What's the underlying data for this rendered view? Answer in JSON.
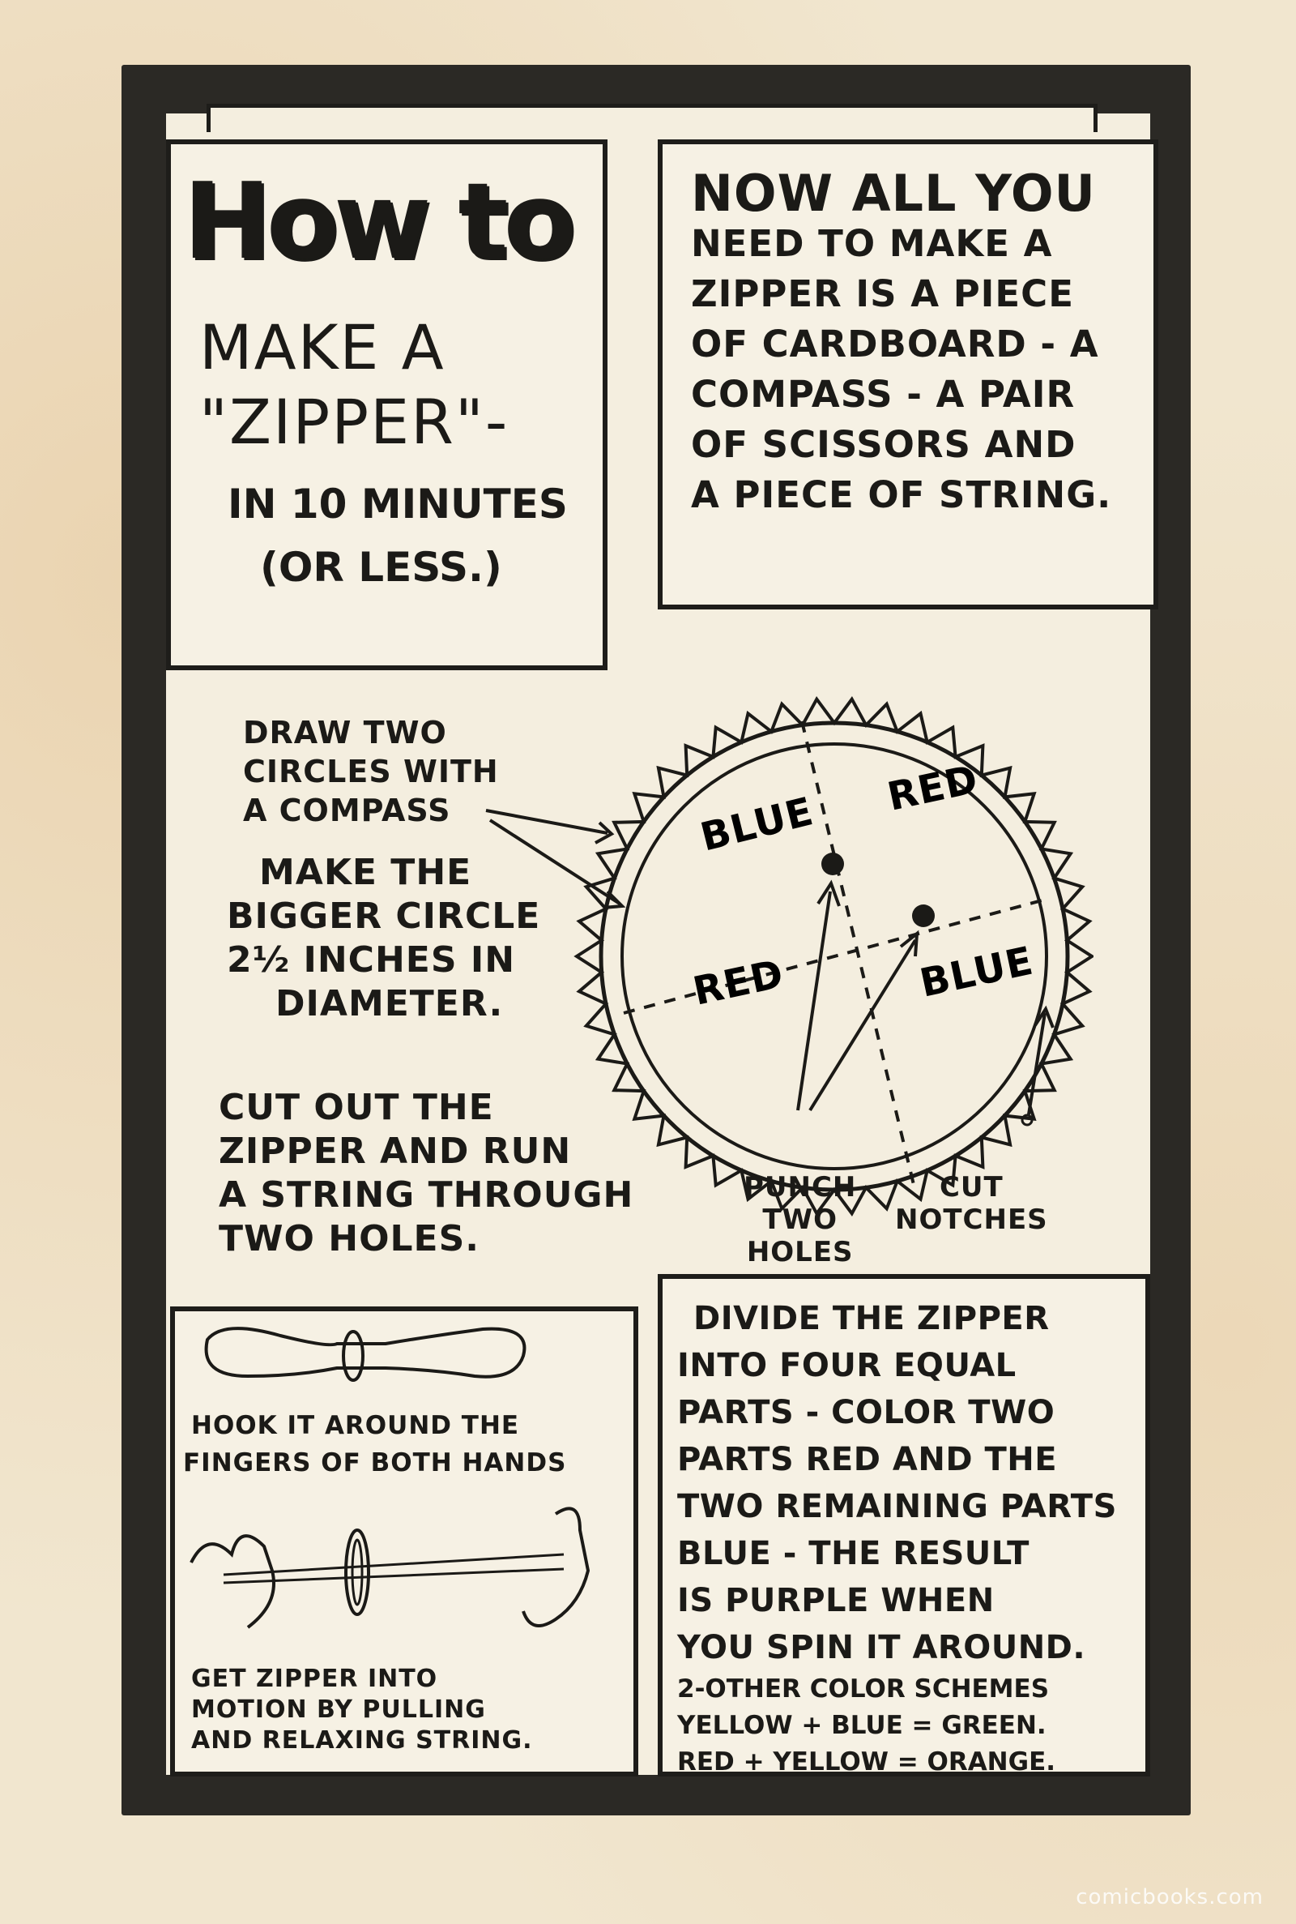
{
  "title_panel": {
    "how_to": "How to",
    "make_lines": [
      "MAKE A",
      "\"ZIPPER\"-"
    ],
    "time_lines": [
      "IN 10 MINUTES",
      "(OR LESS.)"
    ]
  },
  "materials_panel": {
    "lines": [
      "NOW ALL YOU",
      "NEED TO MAKE A",
      "ZIPPER IS A PIECE",
      "OF CARDBOARD - A",
      "COMPASS - A PAIR",
      "OF SCISSORS AND",
      "A PIECE OF STRING."
    ]
  },
  "diagram": {
    "draw_circles": [
      "DRAW TWO",
      "CIRCLES WITH",
      "A COMPASS"
    ],
    "bigger_circle": [
      "MAKE THE",
      "BIGGER CIRCLE",
      "2½ INCHES IN",
      "DIAMETER."
    ],
    "cut_out": [
      "CUT OUT THE",
      "ZIPPER AND RUN",
      "A STRING THROUGH",
      "TWO HOLES."
    ],
    "quadrants": {
      "top_left": "BLUE",
      "top_right": "RED",
      "bottom_left": "RED",
      "bottom_right": "BLUE"
    },
    "punch_label": [
      "PUNCH",
      "TWO",
      "HOLES"
    ],
    "notch_label": [
      "CUT",
      "NOTCHES"
    ]
  },
  "hook_panel": {
    "hook_text": [
      "HOOK IT AROUND THE",
      "FINGERS OF BOTH HANDS"
    ],
    "motion_text": [
      "GET ZIPPER INTO",
      "MOTION BY PULLING",
      "AND RELAXING STRING."
    ]
  },
  "divide_panel": {
    "lines": [
      "DIVIDE THE ZIPPER",
      "INTO FOUR EQUAL",
      "PARTS - COLOR TWO",
      "PARTS RED AND THE",
      "TWO REMAINING PARTS",
      "BLUE - THE RESULT",
      "IS PURPLE WHEN",
      "YOU SPIN IT AROUND."
    ],
    "schemes": [
      "2-OTHER COLOR SCHEMES",
      "YELLOW + BLUE = GREEN.",
      "RED + YELLOW = ORANGE."
    ]
  },
  "watermark": "comicbooks.com"
}
